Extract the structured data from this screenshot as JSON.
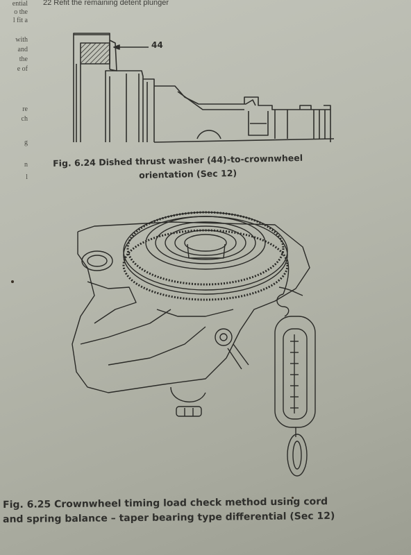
{
  "sidebar_fragments": [
    "ential",
    "o the",
    "l fit a",
    "with",
    "and",
    "the",
    "e of",
    "re",
    "ch",
    "g",
    "n",
    "l"
  ],
  "top_text": "22 Refit the remaining detent plunger",
  "figure_1": {
    "callout": "44",
    "caption_line1": "Fig. 6.24 Dished thrust washer (44)-to-crownwheel",
    "caption_line2": "orientation (Sec 12)"
  },
  "figure_2": {
    "caption_line1": "Fig. 6.25 Crownwheel timing load check method using cord",
    "caption_line2": "and spring balance – taper bearing type differential (Sec 12)"
  }
}
